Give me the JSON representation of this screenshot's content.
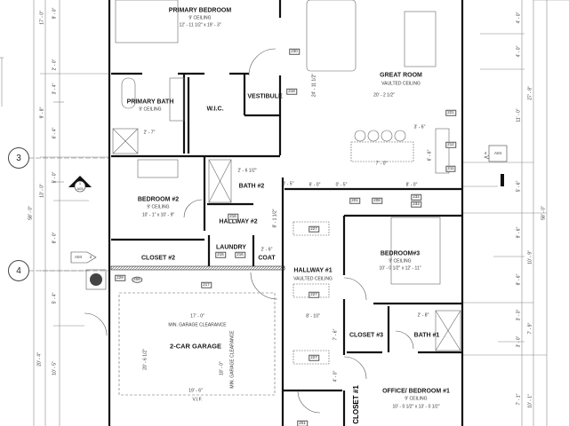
{
  "rooms": {
    "primary_bedroom": {
      "name": "PRIMARY BEDROOM",
      "ceiling": "9' CEILING",
      "size": "12' - 11 1/2\" x 19' - 3\""
    },
    "primary_bath": {
      "name": "PRIMARY BATH",
      "ceiling": "9' CEILING"
    },
    "wic": {
      "name": "W.I.C."
    },
    "vestibule": {
      "name": "VESTIBULE"
    },
    "great_room": {
      "name": "GREAT ROOM",
      "ceiling": "VAULTED CEILING"
    },
    "bedroom2": {
      "name": "BEDROOM #2",
      "ceiling": "9' CEILING",
      "size": "10' - 1\" x 10' - 9\""
    },
    "bath2": {
      "name": "BATH #2"
    },
    "hallway2": {
      "name": "HALLWAY #2"
    },
    "laundry": {
      "name": "LAUNDRY"
    },
    "closet2": {
      "name": "CLOSET #2"
    },
    "coat": {
      "name": "COAT"
    },
    "garage": {
      "name": "2-CAR GARAGE",
      "clearance_h": "MIN. GARAGE CLEARANCE",
      "clearance_v": "MIN. GARAGE CLEARANCE",
      "vif": "V.I.F."
    },
    "hallway1": {
      "name": "HALLWAY #1",
      "ceiling": "VAULTED CEILING"
    },
    "bedroom3": {
      "name": "BEDROOM#3",
      "ceiling": "9' CEILING",
      "size": "10' - 0 1/2\" x 12' - 11\""
    },
    "closet3": {
      "name": "CLOSET #3"
    },
    "bath1": {
      "name": "BATH #1"
    },
    "office": {
      "name": "OFFICE/ BEDROOM #1",
      "ceiling": "9' CEILING",
      "size": "10' - 0 1/2\" x 13' - 0 1/2\""
    },
    "closet1": {
      "name": "CLOSET #1"
    }
  },
  "grid_bubbles": [
    "3",
    "4"
  ],
  "section_markers": [
    {
      "number": "1",
      "sheet": "A05"
    },
    {
      "number": "2",
      "sheet": "A04"
    },
    {
      "number": "4",
      "sheet": "A04"
    }
  ],
  "tags": [
    "230",
    "218",
    "221",
    "212",
    "211",
    "201",
    "208",
    "232",
    "233",
    "216",
    "215",
    "216",
    "229",
    "206",
    "217",
    "227",
    "227",
    "227",
    "201"
  ],
  "dimensions": {
    "great_room_width": "20' - 2 1/2\"",
    "great_room_depth": "24' - 11 1/2\"",
    "island_len": "7' - 0\"",
    "island_off": "3' - 6\"",
    "kitchen_a": "6' - 6\"",
    "kitchen_b": "8' - 0\"",
    "hall_a": "0' - 5\"",
    "hall_b": "6' - 0\"",
    "hall_c": "0' - 5\"",
    "bath_primary": "2' - 7\"",
    "bath2_clear": "2' - 6 1/2\"",
    "coat_w": "2' - 6\"",
    "hall1_w": "8' - 10\"",
    "hall1_h": "7' - 6\"",
    "hall1_h2": "4' - 0\"",
    "bath1_clear": "2' - 8\"",
    "garage_w": "17' - 0\"",
    "garage_w2": "19' - 6\"",
    "garage_d": "20' - 6 1/2\"",
    "garage_d2": "18' - 0\"",
    "hall2_dim": "8' - 1 1/2\"",
    "left_1": "17' - 0\"",
    "left_2": "9' - 0\"",
    "left_3": "2' - 0\"",
    "left_4": "3' - 4\"",
    "left_5": "6' - 4\"",
    "left_6": "9' - 8\"",
    "left_7": "5' - 0\"",
    "left_8": "13' - 0\"",
    "left_9": "8' - 0\"",
    "left_10": "58' - 0\"",
    "left_11": "5' - 4\"",
    "left_12": "10' - 5\"",
    "left_13": "20' - 4\"",
    "right_1": "4' - 0\"",
    "right_2": "4' - 0\"",
    "right_3": "11' - 0\"",
    "right_4": "27' - 8\"",
    "right_5": "5' - 6\"",
    "right_6": "58' - 0\"",
    "right_7": "9' - 6\"",
    "right_8": "10' - 9\"",
    "right_9": "8' - 6\"",
    "right_10": "3' - 0\"",
    "right_11": "3' - 0\"",
    "right_12": "7' - 9\"",
    "right_13": "7' - 1\"",
    "right_14": "10' - 1\""
  },
  "colors": {
    "line": "#222222",
    "thin": "#777777",
    "hatch": "#555555"
  }
}
